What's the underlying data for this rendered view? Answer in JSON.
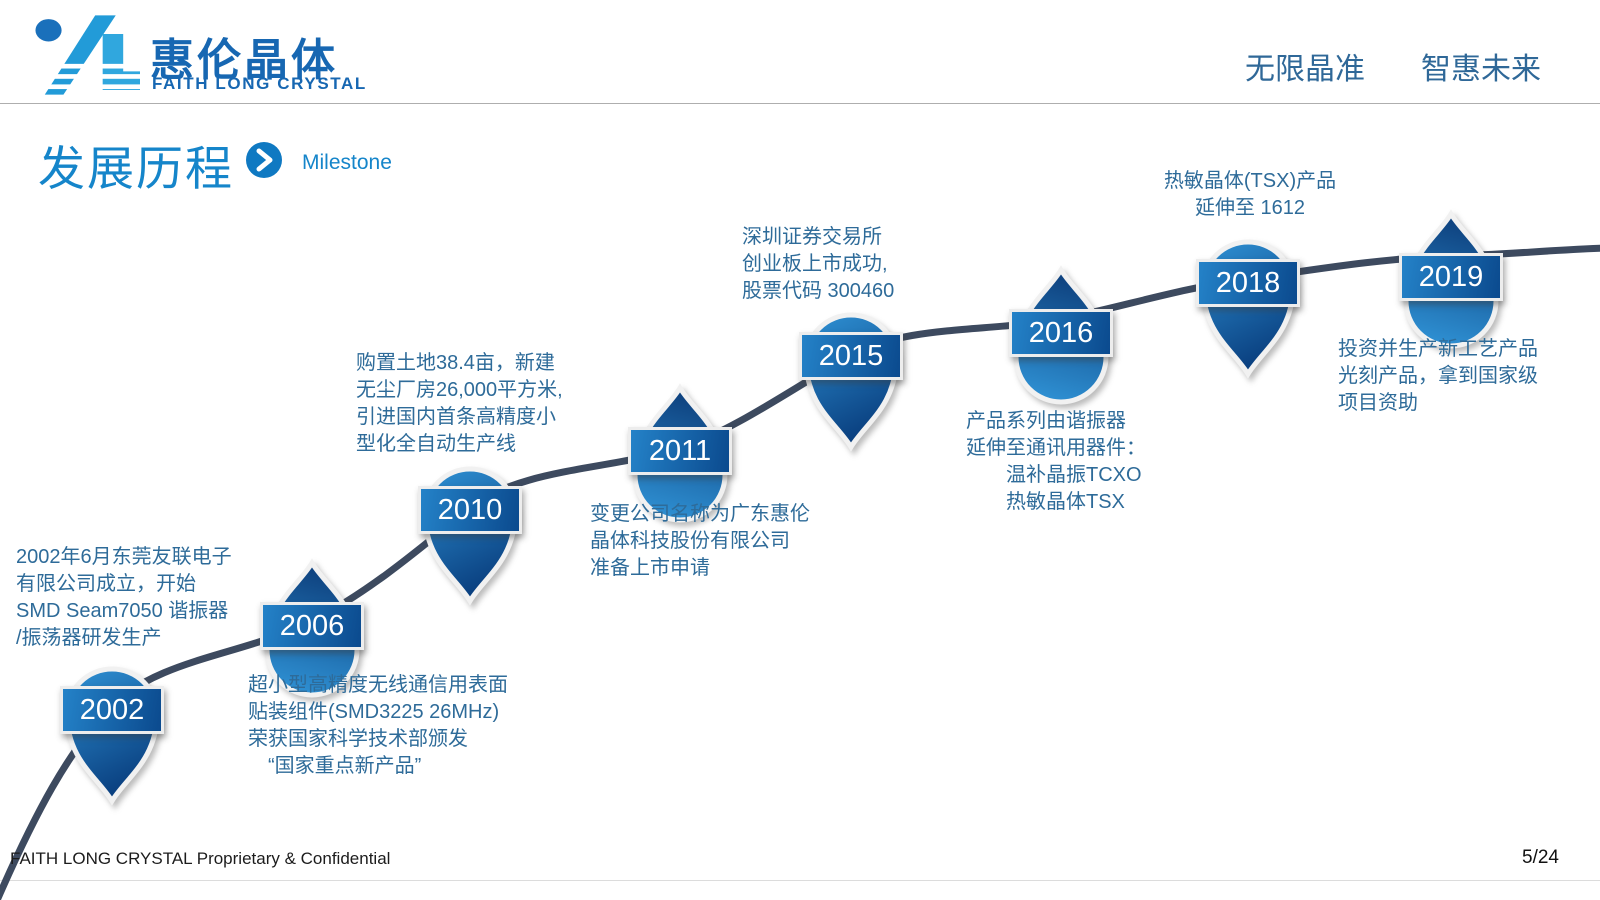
{
  "header": {
    "logo_cn": "惠伦晶体",
    "logo_en": "FAITH LONG CRYSTAL",
    "slogan_left": "无限晶准",
    "slogan_right": "智惠未来"
  },
  "title": {
    "cn": "发展历程",
    "en": "Milestone"
  },
  "milestones": [
    {
      "year": "2002",
      "shape": "pin",
      "desc": "2002年6月东莞友联电子\n有限公司成立，开始\nSMD Seam7050 谐振器\n/振荡器研发生产"
    },
    {
      "year": "2006",
      "shape": "drop",
      "desc": "超小型高精度无线通信用表面\n贴装组件(SMD3225 26MHz)\n荣获国家科学技术部颁发\n　“国家重点新产品”"
    },
    {
      "year": "2010",
      "shape": "pin",
      "desc": "购置土地38.4亩，新建\n无尘厂房26,000平方米,\n引进国内首条高精度小\n型化全自动生产线"
    },
    {
      "year": "2011",
      "shape": "drop",
      "desc": "变更公司名称为广东惠伦\n晶体科技股份有限公司\n准备上市申请"
    },
    {
      "year": "2015",
      "shape": "pin",
      "desc": "深圳证券交易所\n创业板上市成功,\n股票代码 300460"
    },
    {
      "year": "2016",
      "shape": "drop",
      "desc": "产品系列由谐振器\n延伸至通讯用器件：\n　　温补晶振TCXO\n　　热敏晶体TSX"
    },
    {
      "year": "2018",
      "shape": "pin",
      "desc": "热敏晶体(TSX)产品\n延伸至 1612"
    },
    {
      "year": "2019",
      "shape": "drop",
      "desc": "投资并生产新工艺产品\n光刻产品，拿到国家级\n项目资助"
    }
  ],
  "footer": {
    "left": "FAITH LONG CRYSTAL Proprietary & Confidential",
    "page": "5/24"
  },
  "colors": {
    "accent_blue": "#1585ca",
    "logo_blue": "#1767b2",
    "note_blue": "#2e6b99",
    "curve_slate": "#3d4a5f",
    "marker_light": "#2f92d5",
    "marker_dark": "#0a4080"
  }
}
